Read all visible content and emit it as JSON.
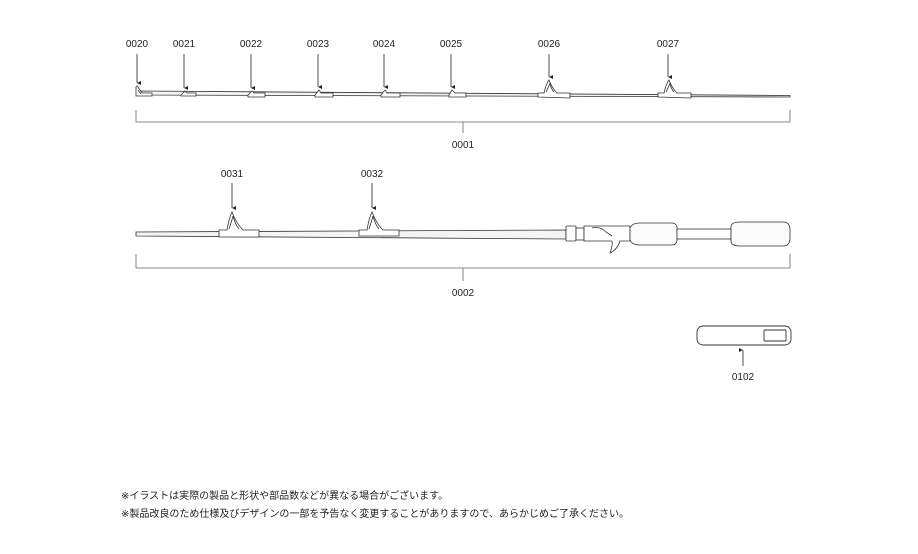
{
  "parts": {
    "tip_guide": "0020",
    "guide_21": "0021",
    "guide_22": "0022",
    "guide_23": "0023",
    "guide_24": "0024",
    "guide_25": "0025",
    "guide_26": "0026",
    "guide_27": "0027",
    "tip_section": "0001",
    "guide_31": "0031",
    "guide_32": "0032",
    "butt_section": "0002",
    "rod_case": "0102"
  },
  "notes": [
    "※イラストは実際の製品と形状や部品数などが異なる場合がございます。",
    "※製品改良のため仕様及びデザインの一部を予告なく変更することがありますので、あらかじめご了承ください。"
  ]
}
